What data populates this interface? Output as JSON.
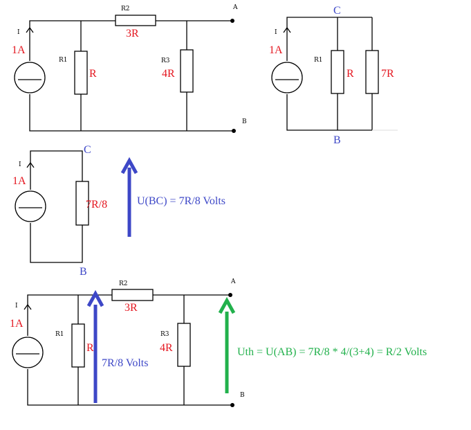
{
  "colors": {
    "red": "#e4151e",
    "blue": "#3d47c7",
    "green": "#22b14c",
    "wire": "#000000"
  },
  "circuit1": {
    "current_symbol": "I",
    "current_value": "1A",
    "r1_name": "R1",
    "r1_value": "R",
    "r2_name": "R2",
    "r2_value": "3R",
    "r3_name": "R3",
    "r3_value": "4R",
    "terminal_a": "A",
    "terminal_b": "B"
  },
  "circuit2": {
    "current_symbol": "I",
    "current_value": "1A",
    "r1_name": "R1",
    "r1_value": "R",
    "r_series_value": "7R",
    "node_c": "C",
    "node_b": "B"
  },
  "circuit3": {
    "current_symbol": "I",
    "current_value": "1A",
    "r_value": "7R/8",
    "node_c": "C",
    "node_b": "B",
    "voltage_label": "U(BC) = 7R/8  Volts"
  },
  "circuit4": {
    "current_symbol": "I",
    "current_value": "1A",
    "r1_name": "R1",
    "r1_value": "R",
    "r2_name": "R2",
    "r2_value": "3R",
    "r3_name": "R3",
    "r3_value": "4R",
    "terminal_a": "A",
    "terminal_b": "B",
    "branch_voltage": "7R/8  Volts",
    "thevenin_label": "Uth = U(AB) = 7R/8  * 4/(3+4) = R/2 Volts"
  }
}
